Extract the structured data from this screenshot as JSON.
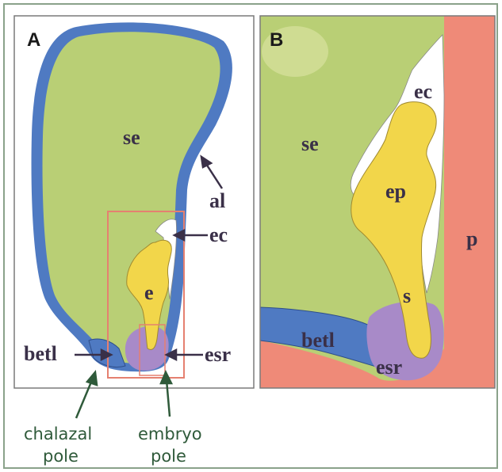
{
  "panels": {
    "a": {
      "letter": "A",
      "labels": {
        "se": "se",
        "al": "al",
        "ec": "ec",
        "e": "e",
        "betl": "betl",
        "esr": "esr"
      },
      "poles": {
        "chalazal_line1": "chalazal",
        "chalazal_line2": "pole",
        "embryo_line1": "embryo",
        "embryo_line2": "pole"
      }
    },
    "b": {
      "letter": "B",
      "labels": {
        "ec": "ec",
        "se": "se",
        "ep": "ep",
        "p": "p",
        "s": "s",
        "betl": "betl",
        "esr": "esr"
      }
    }
  },
  "colors": {
    "endosperm": "#b9cf75",
    "aleurone_blue": "#4f7ac2",
    "embryo_yellow": "#f2d64a",
    "esr_purple": "#a88ac8",
    "pericarp_pink": "#ef8a78",
    "frame_green": "#8aa28a",
    "box_red": "#e58070"
  }
}
